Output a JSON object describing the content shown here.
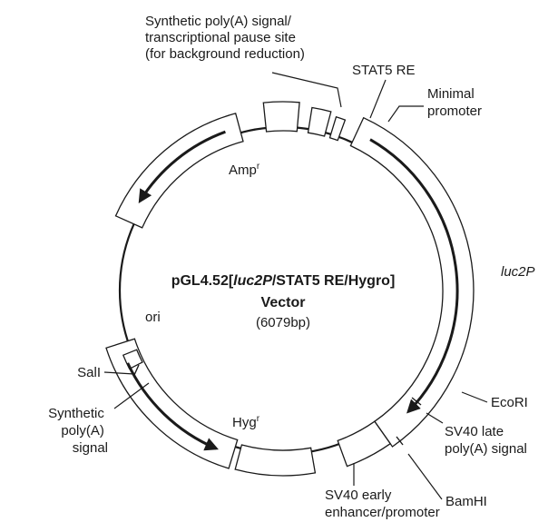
{
  "plasmid": {
    "name_prefix": "pGL4.52[",
    "name_italic": "luc2P",
    "name_suffix": "/STAT5 RE/Hygro]",
    "name_line2": "Vector",
    "size": "(6079bp)"
  },
  "features": {
    "synthetic_polya_top": [
      "Synthetic poly(A) signal/",
      "transcriptional pause site",
      "(for background reduction)"
    ],
    "stat5_re": "STAT5 RE",
    "minimal_promoter": [
      "Minimal",
      "promoter"
    ],
    "luc2p": "luc2P",
    "ecori": "EcoRI",
    "sv40_late_polya": [
      "SV40 late",
      "poly(A) signal"
    ],
    "bamhi": "BamHI",
    "sv40_early": [
      "SV40 early",
      "enhancer/promoter"
    ],
    "hygr_base": "Hyg",
    "hygr_sup": "r",
    "synthetic_polya_bottom": [
      "Synthetic",
      "poly(A)",
      "signal"
    ],
    "sali": "SalI",
    "ori": "ori",
    "ampr_base": "Amp",
    "ampr_sup": "r"
  },
  "colors": {
    "black_block": "#1a1a1a",
    "stat5_fill": "#e0e0e0",
    "minimal_promoter_fill": "#7a7a7a",
    "sv40_early_fill": "#8a8a8a"
  }
}
